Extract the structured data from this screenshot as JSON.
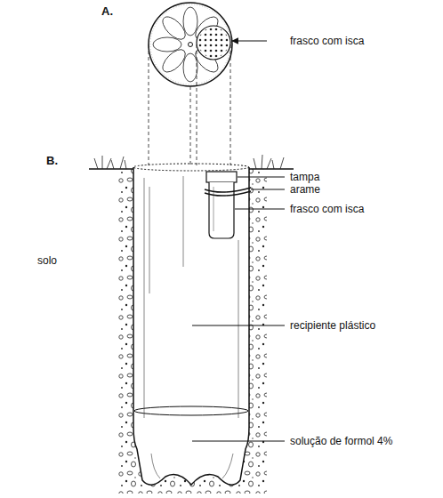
{
  "diagram": {
    "labels": [
      "A.",
      "frasco com isca",
      "B.",
      "tampa",
      "arame",
      "frasco com isca",
      "solo",
      "recipiente plástico",
      "solução de formol 4%"
    ]
  }
}
